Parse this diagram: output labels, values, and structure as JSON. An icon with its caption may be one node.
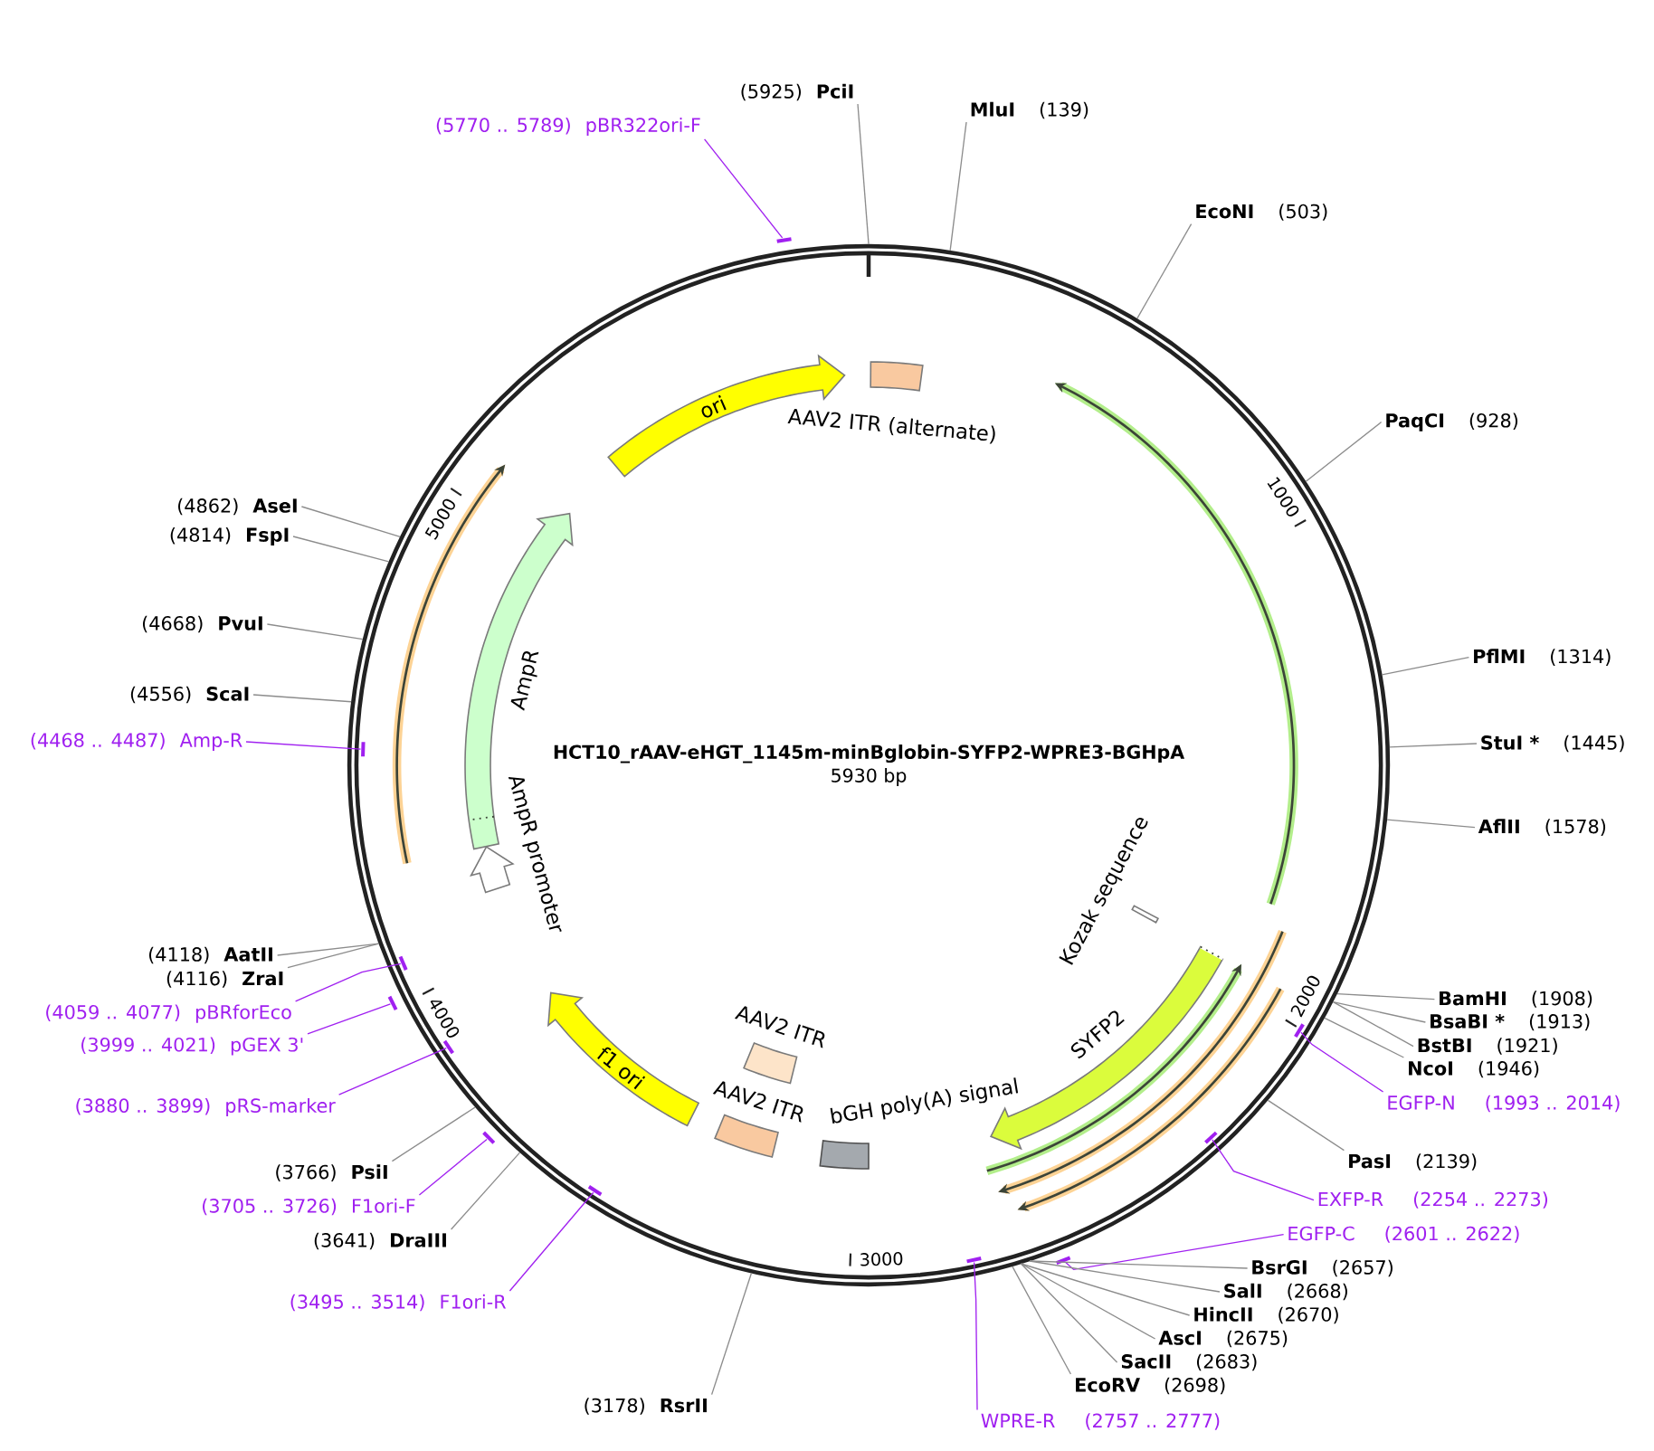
{
  "diagram": {
    "nodes": [
      {
        "text": [
          "HCT10_rAAV-eHGT_1145m-minBglobin-SYFP2-WPRE3-BGHpA",
          "5930 bp"
        ]
      },
      {
        "text": [
          "AAV2 ITR (alternate)"
        ],
        "in": 0
      },
      {
        "text": [
          "Kozak sequence"
        ],
        "in": 0
      },
      {
        "text": [
          "SYFP2"
        ],
        "in": 0
      },
      {
        "text": [
          "bGH poly(A) signal"
        ],
        "in": 0
      },
      {
        "text": [
          "AAV2 ITR"
        ],
        "in": 0
      },
      {
        "text": [
          "AAV2 ITR"
        ],
        "in": 0
      },
      {
        "text": [
          "f1 ori"
        ],
        "in": 0
      },
      {
        "text": [
          "AmpR promoter"
        ],
        "in": 0
      },
      {
        "text": [
          "AmpR"
        ],
        "in": 0
      },
      {
        "text": [
          "ori"
        ],
        "in": 0
      },
      {
        "text": [
          "(5925)",
          "PciI"
        ]
      },
      {
        "text": [
          "MluI",
          "(139)"
        ]
      },
      {
        "text": [
          "EcoNI",
          "(503)"
        ]
      },
      {
        "text": [
          "PaqCI",
          "(928)"
        ]
      },
      {
        "text": [
          "PflMI",
          "(1314)"
        ]
      },
      {
        "text": [
          "StuI *",
          "(1445)"
        ]
      },
      {
        "text": [
          "AflII",
          "(1578)"
        ]
      },
      {
        "text": [
          "BamHI",
          "(1908)"
        ]
      },
      {
        "text": [
          "BsaBI *",
          "(1913)"
        ]
      },
      {
        "text": [
          "BstBI",
          "(1921)"
        ]
      },
      {
        "text": [
          "NcoI",
          "(1946)"
        ]
      },
      {
        "text": [
          "EGFP-N",
          "(1993 .. 2014)"
        ]
      },
      {
        "text": [],
        "shape": "bar",
        "in": 0
      },
      {
        "text": [
          "PasI",
          "(2139)"
        ]
      },
      {
        "text": [
          "EXFP-R",
          "(2254 .. 2273)"
        ]
      },
      {
        "text": [],
        "shape": "bar",
        "in": 0
      },
      {
        "text": [
          "EGFP-C",
          "(2601 .. 2622)"
        ]
      },
      {
        "text": [],
        "shape": "bar"
      },
      {
        "text": [
          "BsrGI",
          "(2657)"
        ]
      },
      {
        "text": [
          "SalI",
          "(2668)"
        ]
      },
      {
        "text": [
          "HincII",
          "(2670)"
        ]
      },
      {
        "text": [
          "AscI",
          "(2675)"
        ]
      },
      {
        "text": [
          "SacII",
          "(2683)"
        ]
      },
      {
        "text": [
          "EcoRV",
          "(2698)"
        ]
      },
      {
        "text": [
          "WPRE-R",
          "(2757 .. 2777)"
        ]
      },
      {
        "text": [],
        "shape": "bar",
        "in": 0
      },
      {
        "text": [
          "(3178)",
          "RsrII"
        ]
      },
      {
        "text": [
          "(3495 .. 3514)",
          "F1ori-R"
        ]
      },
      {
        "text": [],
        "shape": "bar",
        "in": 0
      },
      {
        "text": [
          "(3641)",
          "DraIII"
        ]
      },
      {
        "text": [
          "(3705 .. 3726)",
          "F1ori-F"
        ]
      },
      {
        "text": [],
        "shape": "bar"
      },
      {
        "text": [
          "(3766)",
          "PsiI"
        ]
      },
      {
        "text": [
          "(3880 .. 3899)",
          "pRS-marker"
        ]
      },
      {
        "text": [],
        "shape": "bar",
        "in": 0
      },
      {
        "text": [
          "(3999 .. 4021)",
          "pGEX 3'"
        ]
      },
      {
        "text": [],
        "shape": "bar"
      },
      {
        "text": [
          "(4059 .. 4077)",
          "pBRforEco"
        ]
      },
      {
        "text": [],
        "shape": "bar",
        "in": 0
      },
      {
        "text": [
          "(4116)",
          "ZraI"
        ]
      },
      {
        "text": [
          "(4118)",
          "AatII"
        ]
      },
      {
        "text": [
          "(4468 .. 4487)",
          "Amp-R"
        ]
      },
      {
        "text": [],
        "shape": "bar",
        "in": 0
      },
      {
        "text": [
          "(4556)",
          "ScaI"
        ]
      },
      {
        "text": [
          "(4668)",
          "PvuI"
        ]
      },
      {
        "text": [
          "(4814)",
          "FspI"
        ]
      },
      {
        "text": [
          "(4862)",
          "AseI"
        ]
      },
      {
        "text": [
          "(5770 .. 5789)",
          "pBR322ori-F"
        ]
      },
      {
        "text": [],
        "shape": "bar"
      }
    ],
    "edges": [
      {
        "from": 11,
        "to": 0,
        "arrow": "none"
      },
      {
        "from": 12,
        "to": 0,
        "arrow": "none"
      },
      {
        "from": 13,
        "to": 0,
        "arrow": "none"
      },
      {
        "from": 14,
        "to": 0,
        "arrow": "none"
      },
      {
        "from": 15,
        "to": 0,
        "arrow": "none"
      },
      {
        "from": 16,
        "to": 0,
        "arrow": "none"
      },
      {
        "from": 17,
        "to": 0,
        "arrow": "none"
      },
      {
        "from": 18,
        "to": 0,
        "arrow": "none"
      },
      {
        "from": 19,
        "to": 0,
        "arrow": "none"
      },
      {
        "from": 20,
        "to": 0,
        "arrow": "none"
      },
      {
        "from": 21,
        "to": 0,
        "arrow": "none"
      },
      {
        "from": 22,
        "to": 23,
        "arrow": "none",
        "color": "#a020f0"
      },
      {
        "from": 24,
        "to": 0,
        "arrow": "none"
      },
      {
        "from": 25,
        "to": 26,
        "arrow": "none",
        "color": "#a020f0"
      },
      {
        "from": 27,
        "to": 28,
        "arrow": "none",
        "color": "#a020f0"
      },
      {
        "from": 29,
        "to": 0,
        "arrow": "none"
      },
      {
        "from": 30,
        "to": 0,
        "arrow": "none"
      },
      {
        "from": 31,
        "to": 0,
        "arrow": "none"
      },
      {
        "from": 32,
        "to": 0,
        "arrow": "none"
      },
      {
        "from": 33,
        "to": 0,
        "arrow": "none"
      },
      {
        "from": 34,
        "to": 0,
        "arrow": "none"
      },
      {
        "from": 35,
        "to": 36,
        "arrow": "none",
        "color": "#a020f0"
      },
      {
        "from": 37,
        "to": 0,
        "arrow": "none"
      },
      {
        "from": 38,
        "to": 39,
        "arrow": "none",
        "color": "#a020f0"
      },
      {
        "from": 40,
        "to": 0,
        "arrow": "none"
      },
      {
        "from": 41,
        "to": 42,
        "arrow": "none",
        "color": "#a020f0"
      },
      {
        "from": 43,
        "to": 0,
        "arrow": "none"
      },
      {
        "from": 44,
        "to": 45,
        "arrow": "none",
        "color": "#a020f0"
      },
      {
        "from": 46,
        "to": 47,
        "arrow": "none",
        "color": "#a020f0"
      },
      {
        "from": 48,
        "to": 49,
        "arrow": "none",
        "color": "#a020f0"
      },
      {
        "from": 50,
        "to": 0,
        "arrow": "none"
      },
      {
        "from": 51,
        "to": 0,
        "arrow": "none"
      },
      {
        "from": 52,
        "to": 53,
        "arrow": "none",
        "color": "#a020f0"
      },
      {
        "from": 54,
        "to": 0,
        "arrow": "none"
      },
      {
        "from": 55,
        "to": 0,
        "arrow": "none"
      },
      {
        "from": 56,
        "to": 0,
        "arrow": "none"
      },
      {
        "from": 57,
        "to": 0,
        "arrow": "none"
      },
      {
        "from": 58,
        "to": 59,
        "arrow": "none",
        "color": "#a020f0"
      }
    ],
    "labels": [
      "1000",
      "2000",
      "3000",
      "4000",
      "5000"
    ]
  }
}
